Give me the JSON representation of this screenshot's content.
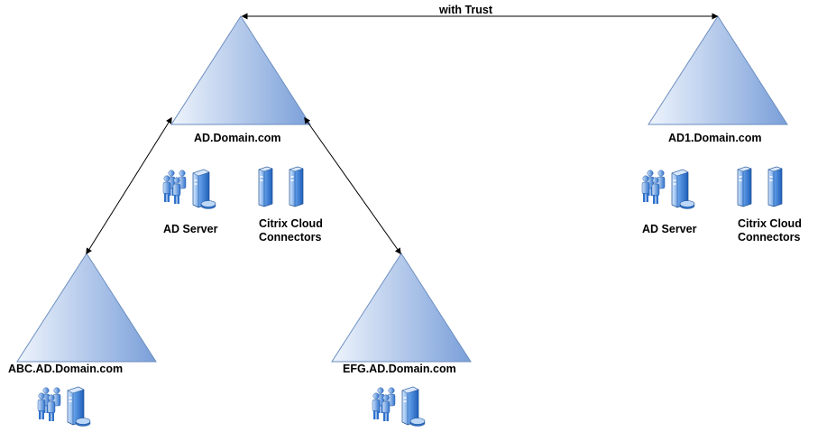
{
  "diagram": {
    "trust_label": "with Trust",
    "domains": {
      "root": {
        "name": "AD.Domain.com"
      },
      "trusted": {
        "name": "AD1.Domain.com"
      },
      "child_abc": {
        "name": "ABC.AD.Domain.com"
      },
      "child_efg": {
        "name": "EFG.AD.Domain.com"
      }
    },
    "servers": {
      "ad_server": "AD Server",
      "connectors_line1": "Citrix Cloud",
      "connectors_line2": "Connectors"
    },
    "colors": {
      "triangle_light": "#e8f0fb",
      "triangle_dark": "#7fa2dc",
      "triangle_stroke": "#6c8ebf",
      "server_blue": "#3d7fd6",
      "server_light": "#bcd7f7"
    },
    "icons": [
      "users-server-icon",
      "server-pair-icon"
    ]
  }
}
